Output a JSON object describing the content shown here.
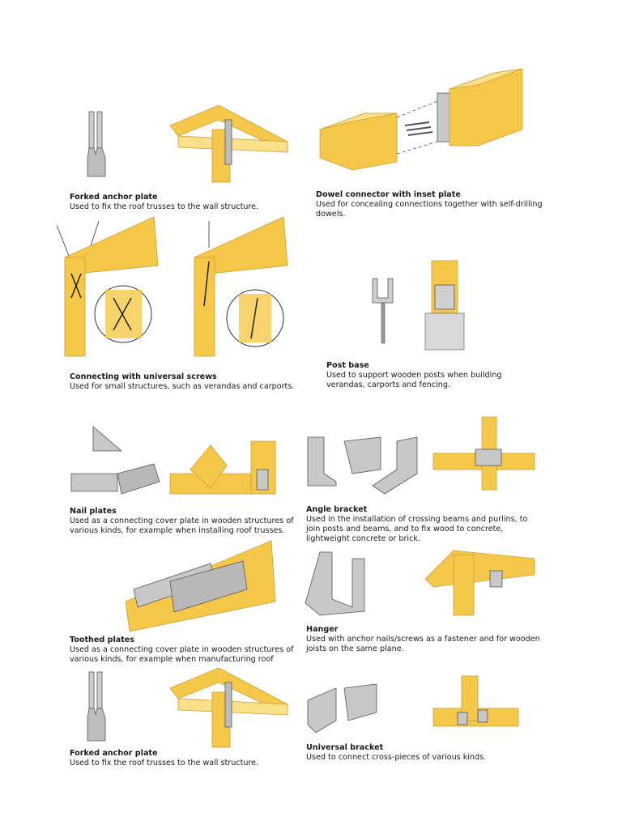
{
  "colors": {
    "wood": "#f5c84a",
    "wood_light": "#fbe08a",
    "wood_edge": "#c9a033",
    "metal": "#b8b8b8",
    "metal_light": "#dcdcdc",
    "metal_edge": "#555555"
  },
  "sections": [
    {
      "title": "Forked anchor plate",
      "desc": "Used to fix the roof trusses to the wall structure."
    },
    {
      "title": "Dowel connector with inset plate",
      "desc": "Used for concealing connections together with self-drilling dowels."
    },
    {
      "title": "Connecting with universal screws",
      "desc": "Used for small structures, such as verandas and carports."
    },
    {
      "title": "Post base",
      "desc": "Used to support wooden posts when building verandas, carports and fencing."
    },
    {
      "title": "Nail plates",
      "desc": "Used as a connecting cover plate in wooden structures of various kinds, for example when installing roof trusses."
    },
    {
      "title": "Angle bracket",
      "desc": "Used in the installation of crossing beams and purlins, to join posts and beams, and to fix wood to concrete, lightweight concrete or brick."
    },
    {
      "title": "Toothed plates",
      "desc": "Used as a connecting cover plate in wooden structures of various kinds, for example when manufacturing roof"
    },
    {
      "title": "Hanger",
      "desc": "Used with anchor nails/screws as a fastener and for wooden joists on the same plane."
    },
    {
      "title": "Forked anchor plate",
      "desc": "Used to fix the roof trusses to the wall structure."
    },
    {
      "title": "Universal bracket",
      "desc": "Used to connect cross-pieces of various kinds."
    }
  ]
}
